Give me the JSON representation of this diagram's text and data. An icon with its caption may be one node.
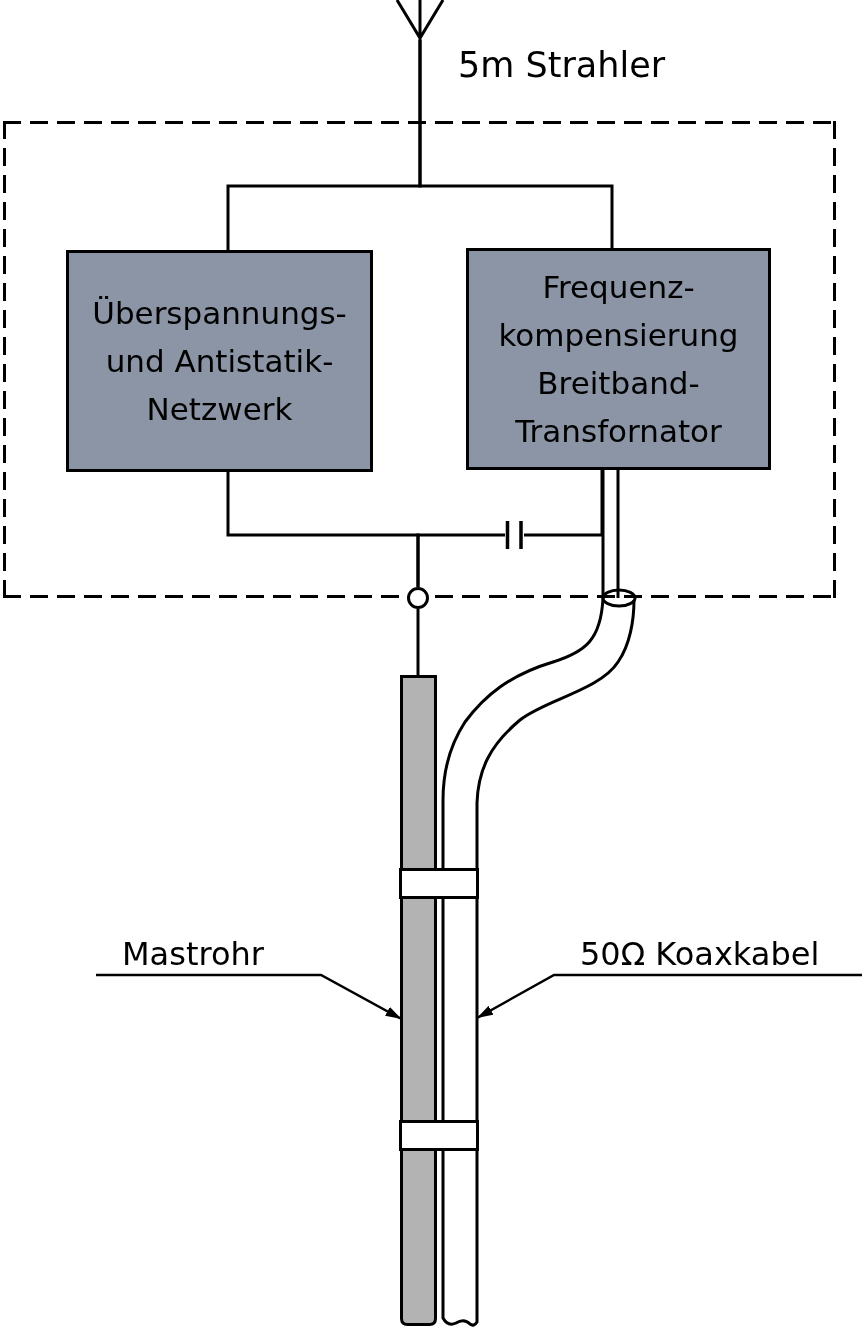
{
  "diagram": {
    "nodes": [
      {
        "text": [],
        "shape": "antenna",
        "beside": [
          "5m Strahler"
        ]
      },
      {
        "text": [],
        "shape": "box"
      },
      {
        "text": [
          "Überspannungs- und Antistatik- Netzwerk"
        ],
        "in": 1
      },
      {
        "text": [
          "Frequenz- kompensierung Breitband- Transfornator"
        ],
        "in": 1
      },
      {
        "text": [],
        "shape": "capacitor",
        "in": 1
      },
      {
        "text": [],
        "shape": "circle"
      },
      {
        "text": [],
        "shape": "bar"
      },
      {
        "text": [],
        "shape": "cable"
      },
      {
        "text": [],
        "shape": "clamp"
      },
      {
        "text": [
          "Mastrohr"
        ]
      },
      {
        "text": [
          "50Ω Koaxkabel"
        ]
      },
      {
        "text": [],
        "shape": "clamp"
      }
    ],
    "edges": [
      {
        "from": 0,
        "to": 2,
        "arrow": "none"
      },
      {
        "from": 0,
        "to": 3,
        "arrow": "none"
      },
      {
        "from": 2,
        "to": 5,
        "arrow": "none"
      },
      {
        "from": 4,
        "to": 5,
        "arrow": "none"
      },
      {
        "from": 3,
        "to": 4,
        "arrow": "none"
      },
      {
        "from": 3,
        "to": 7,
        "arrow": "none"
      },
      {
        "from": 5,
        "to": 6,
        "arrow": "none"
      },
      {
        "from": 9,
        "to": 6,
        "arrow": "to"
      },
      {
        "from": 10,
        "to": 7,
        "arrow": "to"
      }
    ]
  }
}
